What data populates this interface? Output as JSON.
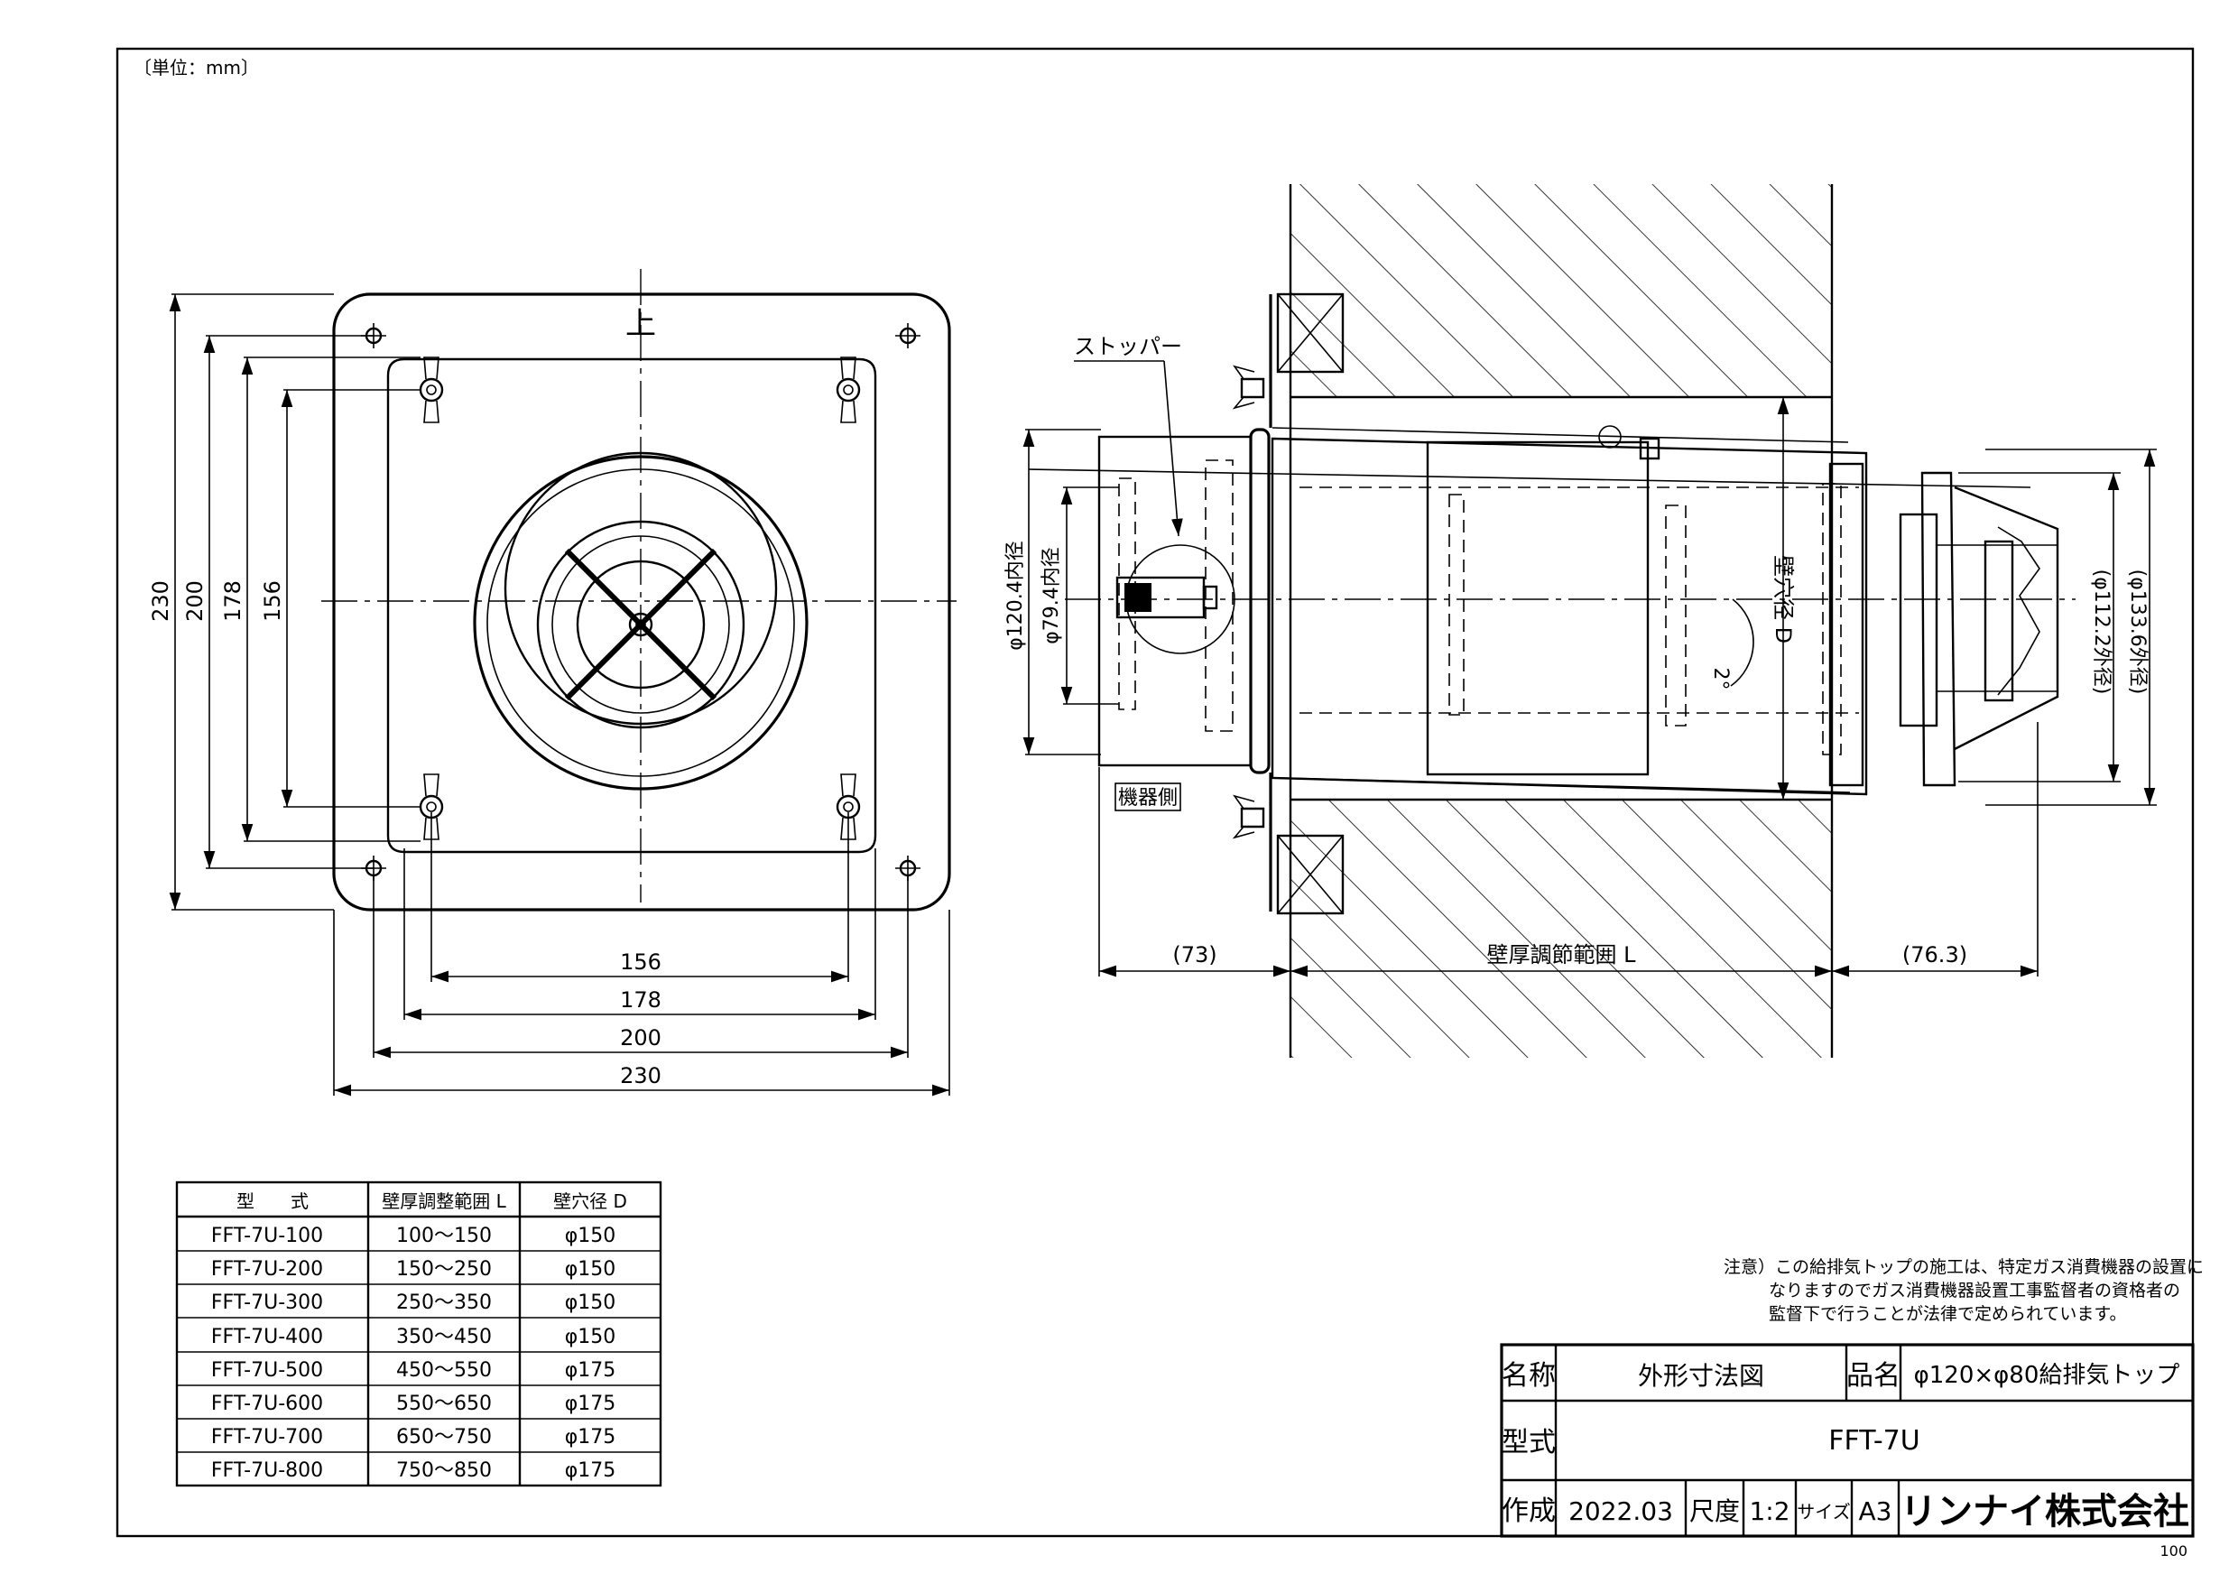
{
  "unit_note": "〔単位：mm〕",
  "front_view": {
    "top_mark": "上",
    "dims_vertical": [
      "230",
      "200",
      "178",
      "156"
    ],
    "dims_horizontal": [
      "156",
      "178",
      "200",
      "230"
    ]
  },
  "side_view": {
    "stopper_label": "ストッパー",
    "equipment_side_label": "機器側",
    "dim_inner_120": "φ120.4内径",
    "dim_inner_79": "φ79.4内径",
    "dim_wall_hole": "壁穴径 D",
    "dim_angle": "2°",
    "dim_outer_112": "(φ112.2外径)",
    "dim_outer_133": "(φ133.6外径)",
    "dim_left": "(73)",
    "dim_wall_range": "壁厚調節範囲 L",
    "dim_right": "(76.3)"
  },
  "model_table": {
    "headers": [
      "型　　式",
      "壁厚調整範囲 L",
      "壁穴径 D"
    ],
    "rows": [
      [
        "FFT-7U-100",
        "100～150",
        "φ150"
      ],
      [
        "FFT-7U-200",
        "150～250",
        "φ150"
      ],
      [
        "FFT-7U-300",
        "250～350",
        "φ150"
      ],
      [
        "FFT-7U-400",
        "350～450",
        "φ150"
      ],
      [
        "FFT-7U-500",
        "450～550",
        "φ175"
      ],
      [
        "FFT-7U-600",
        "550～650",
        "φ175"
      ],
      [
        "FFT-7U-700",
        "650～750",
        "φ175"
      ],
      [
        "FFT-7U-800",
        "750～850",
        "φ175"
      ]
    ]
  },
  "note_lines": [
    "注意）この給排気トップの施工は、特定ガス消費機器の設置に",
    "なりますのでガス消費機器設置工事監督者の資格者の",
    "監督下で行うことが法律で定められています。"
  ],
  "title_block": {
    "name_label": "名称",
    "name_value": "外形寸法図",
    "product_label": "品名",
    "product_value": "φ120×φ80給排気トップ",
    "model_label": "型式",
    "model_value": "FFT-7U",
    "made_label": "作成",
    "made_value": "2022.03",
    "scale_label": "尺度",
    "scale_value": "1:2",
    "size_label": "サイズ",
    "size_value": "A3",
    "company": "リンナイ株式会社"
  },
  "page_number": "100"
}
